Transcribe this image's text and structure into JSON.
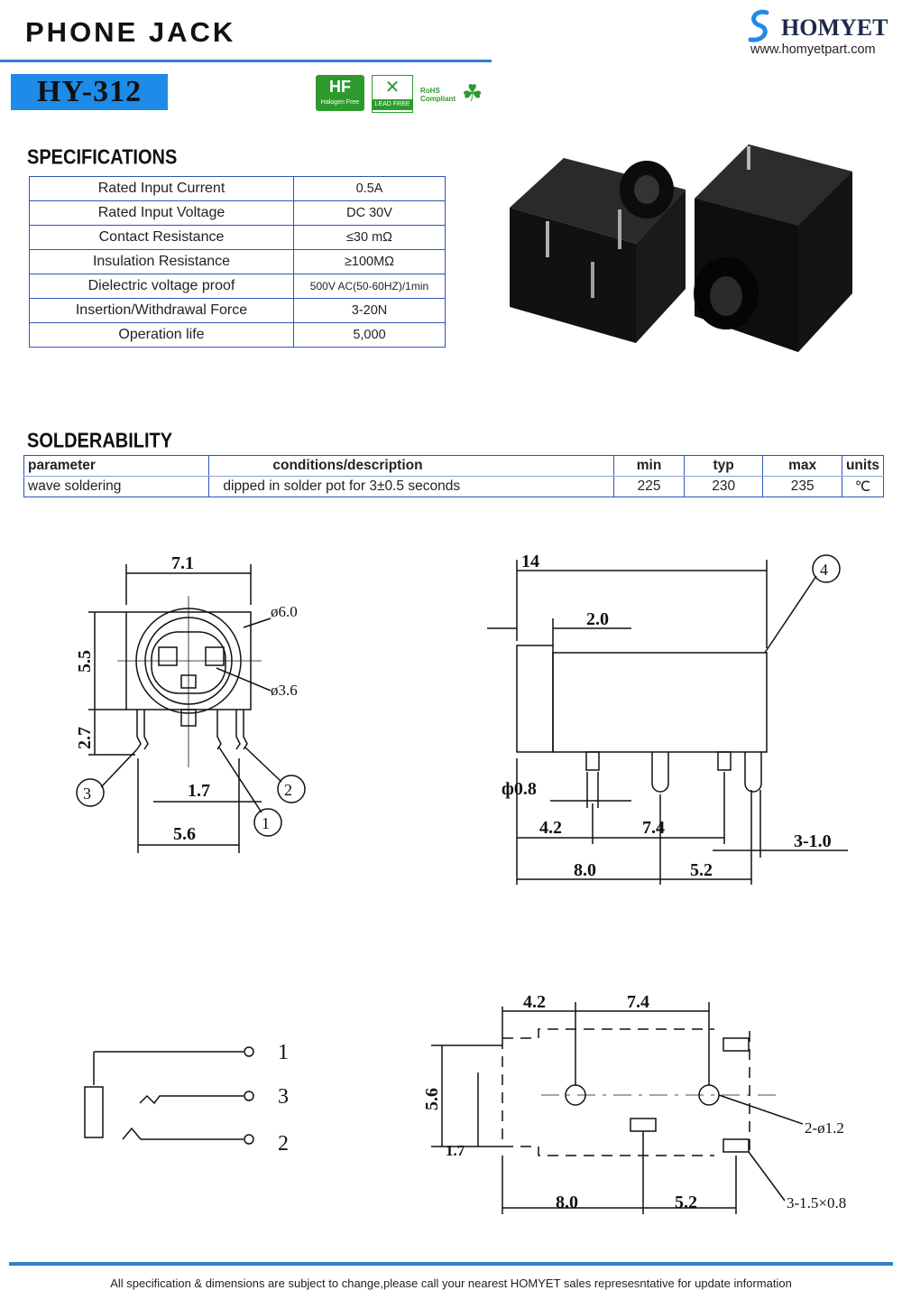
{
  "header": {
    "title": "PHONE JACK",
    "model": "HY-312",
    "brand": "HOMYET",
    "website": "www.homyetpart.com",
    "badges": [
      "Halogen Free",
      "LEAD FREE",
      "RoHS Compliant"
    ],
    "accent_color": "#2f7fd3"
  },
  "specifications": {
    "heading": "SPECIFICATIONS",
    "rows": [
      {
        "label": "Rated Input Current",
        "value": "0.5A"
      },
      {
        "label": "Rated Input Voltage",
        "value": "DC  30V"
      },
      {
        "label": "Contact Resistance",
        "value": "≤30  mΩ"
      },
      {
        "label": "Insulation Resistance",
        "value": "≥100MΩ"
      },
      {
        "label": "Dielectric voltage proof",
        "value": "500V AC(50-60HZ)/1min"
      },
      {
        "label": "Insertion/Withdrawal Force",
        "value": "3-20N"
      },
      {
        "label": "Operation life",
        "value": "5,000"
      }
    ]
  },
  "solderability": {
    "heading": "SOLDERABILITY",
    "columns": [
      "parameter",
      "conditions/description",
      "min",
      "typ",
      "max",
      "units"
    ],
    "row": {
      "parameter": "wave soldering",
      "conditions": "dipped in solder pot for 3±0.5 seconds",
      "min": "225",
      "typ": "230",
      "max": "235",
      "units": "℃"
    }
  },
  "drawings": {
    "front": {
      "width": "7.1",
      "height": "5.5",
      "pin_height": "2.7",
      "outer_dia": "ø6.0",
      "inner_dia": "ø3.6",
      "pin_gap": "1.7",
      "pin_span": "5.6",
      "pins": [
        "3",
        "2",
        "1"
      ]
    },
    "side": {
      "length": "14",
      "front": "2.0",
      "item": "4",
      "pin_dia": "ф0.8",
      "d1": "4.2",
      "d2": "7.4",
      "d3": "3-1.0",
      "d4": "8.0",
      "d5": "5.2"
    },
    "schematic": {
      "pins": [
        "1",
        "3",
        "2"
      ]
    },
    "pcb": {
      "d1": "4.2",
      "d2": "7.4",
      "height": "5.6",
      "offset": "1.7",
      "hole": "2-ø1.2",
      "slot": "3-1.5×0.8",
      "d3": "8.0",
      "d4": "5.2"
    }
  },
  "footer": {
    "note": "All specification & dimensions are subject to change,please call your nearest HOMYET sales represesntative for update information"
  }
}
